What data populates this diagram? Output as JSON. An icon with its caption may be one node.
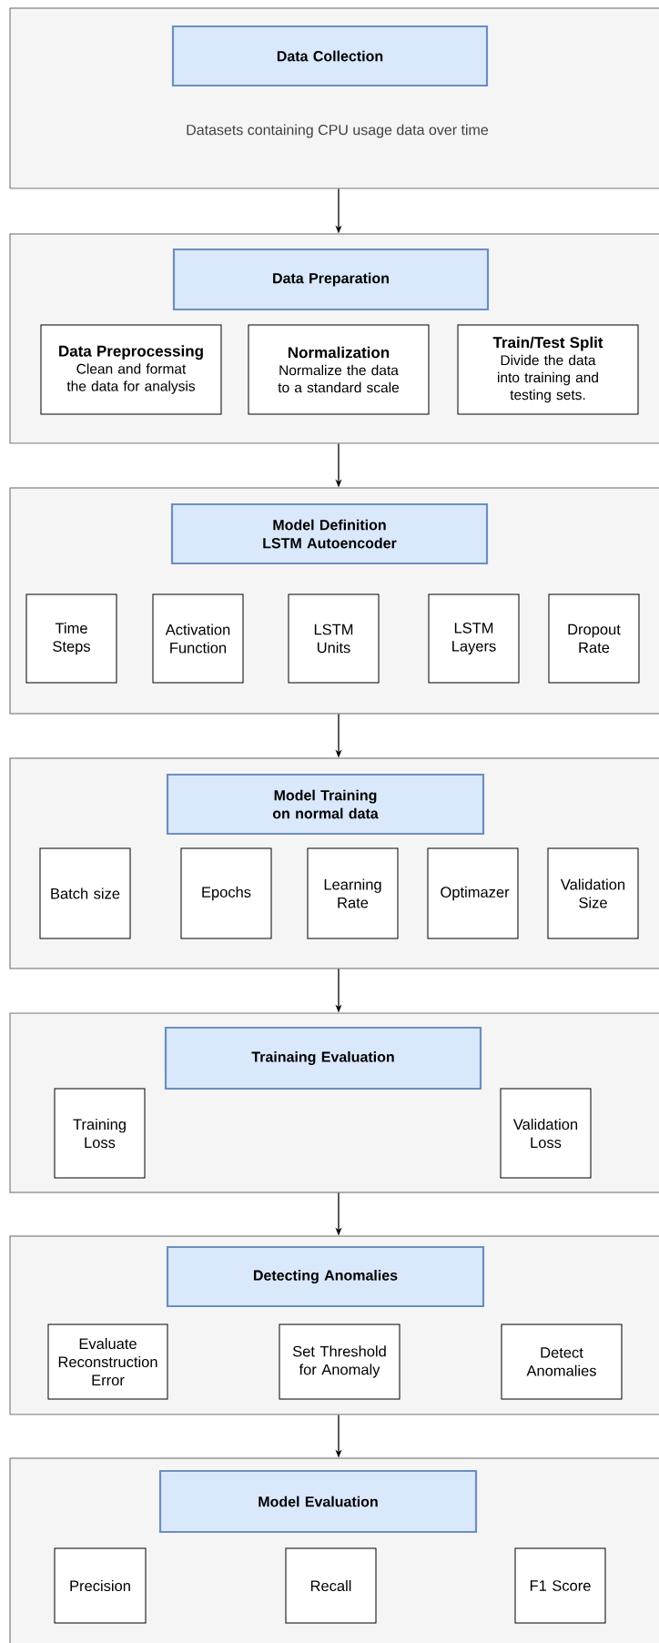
{
  "diagram": {
    "nodes": [
      {
        "text": [
          "Datasets containing CPU usage data over time"
        ]
      },
      {
        "text": [
          "Data Collection"
        ],
        "in": 0
      },
      {
        "text": [],
        "shape": "box"
      },
      {
        "text": [
          "Data Preparation"
        ],
        "in": 2
      },
      {
        "text": [
          "Data Preprocessing",
          "Clean and format the data for analysis"
        ],
        "in": 2
      },
      {
        "text": [
          "Normalization",
          "Normalize the data to a standard scale"
        ],
        "in": 2
      },
      {
        "text": [
          "Train/Test Split",
          "Divide the data into training and testing sets."
        ],
        "in": 2
      },
      {
        "text": [],
        "shape": "box"
      },
      {
        "text": [
          "Model Definition LSTM Autoencoder"
        ],
        "in": 7
      },
      {
        "text": [
          "Time Steps"
        ],
        "in": 7
      },
      {
        "text": [
          "Activation Function"
        ],
        "in": 7
      },
      {
        "text": [
          "LSTM Units"
        ],
        "in": 7
      },
      {
        "text": [
          "LSTM Layers"
        ],
        "in": 7
      },
      {
        "text": [
          "Dropout Rate"
        ],
        "in": 7
      },
      {
        "text": [],
        "shape": "box"
      },
      {
        "text": [
          "Model Training on normal data"
        ],
        "in": 14
      },
      {
        "text": [
          "Batch size"
        ],
        "in": 14
      },
      {
        "text": [
          "Epochs"
        ],
        "in": 14
      },
      {
        "text": [
          "Learning Rate"
        ],
        "in": 14
      },
      {
        "text": [
          "Optimazer"
        ],
        "in": 14
      },
      {
        "text": [
          "Validation Size"
        ],
        "in": 14
      },
      {
        "text": [],
        "shape": "box"
      },
      {
        "text": [
          "Trainaing Evaluation"
        ],
        "in": 21
      },
      {
        "text": [
          "Training Loss"
        ],
        "in": 21
      },
      {
        "text": [
          "Validation Loss"
        ],
        "in": 21
      },
      {
        "text": [],
        "shape": "box"
      },
      {
        "text": [
          "Detecting Anomalies"
        ],
        "in": 25
      },
      {
        "text": [
          "Evaluate Reconstruction Error"
        ],
        "in": 25
      },
      {
        "text": [
          "Set Threshold for Anomaly"
        ],
        "in": 25
      },
      {
        "text": [
          "Detect Anomalies"
        ],
        "in": 25
      },
      {
        "text": [],
        "shape": "box"
      },
      {
        "text": [
          "Model Evaluation"
        ],
        "in": 30
      },
      {
        "text": [
          "Precision"
        ],
        "in": 30
      },
      {
        "text": [
          "Recall"
        ],
        "in": 30
      },
      {
        "text": [
          "F1 Score"
        ],
        "in": 30
      }
    ],
    "edges": [
      {
        "from": 0,
        "to": 2,
        "arrow": "to"
      },
      {
        "from": 2,
        "to": 7,
        "arrow": "to"
      },
      {
        "from": 7,
        "to": 14,
        "arrow": "to"
      },
      {
        "from": 14,
        "to": 21,
        "arrow": "to"
      },
      {
        "from": 21,
        "to": 25,
        "arrow": "to"
      },
      {
        "from": 25,
        "to": 30,
        "arrow": "to"
      }
    ]
  }
}
